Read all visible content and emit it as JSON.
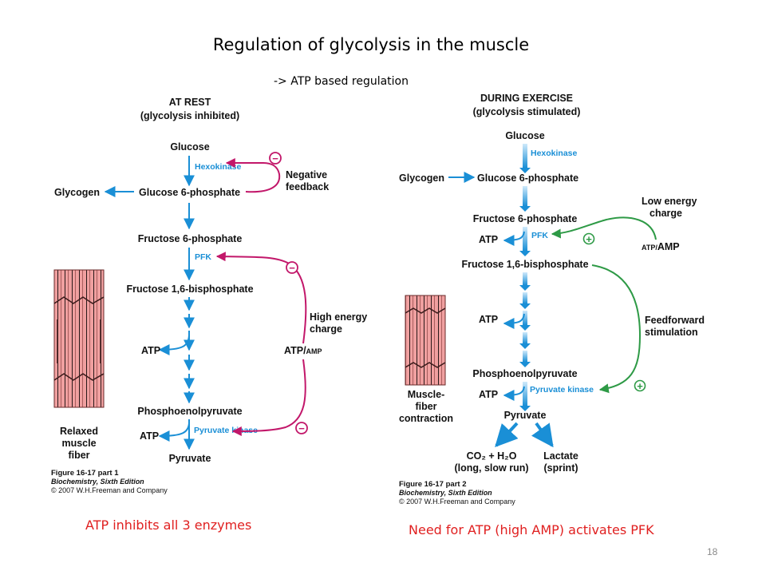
{
  "slide": {
    "title": "Regulation of glycolysis in the muscle",
    "subtitle": "-> ATP based regulation",
    "page_number": "18",
    "left_note": "ATP inhibits all 3 enzymes",
    "right_note": "Need for ATP (high AMP) activates PFK"
  },
  "rest": {
    "header1": "AT REST",
    "header2": "(glycolysis inhibited)",
    "glucose": "Glucose",
    "hexokinase": "Hexokinase",
    "negative1": "Negative",
    "negative2": "feedback",
    "glycogen": "Glycogen",
    "g6p": "Glucose 6-phosphate",
    "f6p": "Fructose 6-phosphate",
    "pfk": "PFK",
    "f16bp": "Fructose 1,6-bisphosphate",
    "high1": "High energy",
    "high2": "charge",
    "atp": "ATP",
    "atp_amp_a": "ATP/",
    "atp_amp_b": "AMP",
    "pep": "Phosphoenolpyruvate",
    "atp2": "ATP",
    "pk": "Pyruvate kinase",
    "pyruvate": "Pyruvate",
    "minus": "−",
    "fiber1": "Relaxed",
    "fiber2": "muscle",
    "fiber3": "fiber",
    "fig1": "Figure 16-17 part 1",
    "fig2": "Biochemistry, Sixth Edition",
    "fig3": "© 2007 W.H.Freeman and Company"
  },
  "exercise": {
    "header1": "DURING EXERCISE",
    "header2": "(glycolysis stimulated)",
    "glucose": "Glucose",
    "hexokinase": "Hexokinase",
    "glycogen": "Glycogen",
    "g6p": "Glucose 6-phosphate",
    "low1": "Low energy",
    "low2": "charge",
    "f6p": "Fructose 6-phosphate",
    "atp1": "ATP",
    "pfk": "PFK",
    "atp_amp_a": "ATP/",
    "atp_amp_b": "AMP",
    "f16bp": "Fructose 1,6-bisphosphate",
    "atp2": "ATP",
    "ff1": "Feedforward",
    "ff2": "stimulation",
    "pep": "Phosphoenolpyruvate",
    "atp3": "ATP",
    "pk": "Pyruvate kinase",
    "pyruvate": "Pyruvate",
    "co2": "CO₂ + H₂O",
    "co2b": "(long, slow run)",
    "lactate": "Lactate",
    "lactateb": "(sprint)",
    "plus": "+",
    "fiber1": "Muscle-",
    "fiber2": "fiber",
    "fiber3": "contraction",
    "fig1": "Figure 16-17 part 2",
    "fig2": "Biochemistry, Sixth Edition",
    "fig3": "© 2007 W.H.Freeman and Company"
  },
  "colors": {
    "pathway": "#1a8fd6",
    "inhibition": "#c2176a",
    "activation": "#2e9a46",
    "fiber": "#f0a0a0",
    "note": "#e02020"
  }
}
